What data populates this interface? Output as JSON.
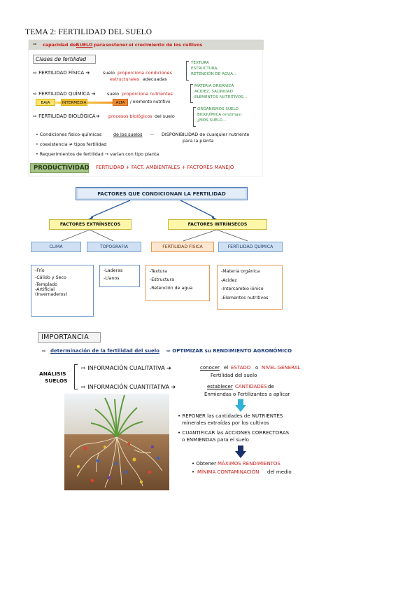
{
  "title": "TEMA 2: FERTILIDAD DEL SUELO",
  "sheet1": {
    "definition": {
      "arrow": "⇨",
      "part1": "capacidad del",
      "part2": "SUELO",
      "part3": "para",
      "part4": "sostener",
      "part5": "el crecimiento de los cultivos"
    },
    "classes_title": "Clases de fertilidad",
    "fisica": {
      "label": "⇨ FERTILIDAD FÍSICA ➔",
      "desc1": "suelo",
      "desc2": "proporciona condiciones",
      "desc3": "estructurales",
      "desc4": "adecuadas",
      "items": [
        "TEXTURA",
        "ESTRUCTURA,",
        "RETENCIÓN DE AGUA…"
      ]
    },
    "quimica": {
      "label": "⇨ FERTILIDAD QUÍMICA ➔",
      "desc1": "suelo",
      "desc2": "proporciona nutrientes",
      "levels": [
        "BAJA",
        "INTERMEDIA",
        "ALTA"
      ],
      "element": "/ elemento nutritivo",
      "items": [
        "MATERIA ORGÁNICA",
        "ACIDEZ, SALINIDAD",
        "ELEMENTOS NUTRITIVOS…"
      ]
    },
    "biologica": {
      "label": "⇨ FERTILIDAD BIOLÓGICA➔",
      "desc1": "procesos biológicos",
      "desc2": "del suelo",
      "items": [
        "ORGANISMOS SUELO",
        "BIOQUÍMICA (enzimas)",
        "¿MOS SUELO…"
      ]
    },
    "bullets": {
      "b1a": "• Condiciones físico-químicas",
      "b1b": "de los suelos",
      "b1c": "—",
      "b1d": "DISPONIBILIDAD de cualquier nutriente",
      "b1e": "para la planta",
      "b2": "• coexistencia ≠ tipos fertilidad",
      "b3": "• Requerimientos de fertilidad → varían con tipo planta"
    },
    "productividad": {
      "label": "PRODUCTIVIDAD",
      "formula": "FERTILIDAD + FACT. AMBIENTALES + FACTORES MANEJO"
    }
  },
  "sheet2": {
    "main": "FACTORES QUE CONDICIONAN LA FERTILIDAD",
    "extrinsecos": "FACTORES EXTRÍNSECOS",
    "intrinsecos": "FACTORES INTRÍNSECOS",
    "clima": "CLIMA",
    "topografia": "TOPOGRAFIA",
    "fisica": "FERTILIDAD FÍSICA",
    "quimica": "FERTILIDAD QUÍMICA",
    "clima_list": [
      "-Frío",
      "-Cálido y Seco",
      "-Templado",
      "-Artificial",
      "(Invernaderos)"
    ],
    "topo_list": [
      "-Laderas",
      "-Llanos"
    ],
    "fisica_list": [
      "-Textura",
      "-Estructura",
      "-Retención de agua"
    ],
    "quimica_list": [
      "-Materia orgánica",
      "-Acidez",
      "-Intercambio iónico",
      "-Elementos nutritivos"
    ]
  },
  "sheet3": {
    "importancia": "IMPORTANCIA",
    "line1a": "⇨",
    "line1b": "determinación de la fertilidad del suelo",
    "line1c": "⇨ OPTIMIZAR su RENDIMIENTO AGRONÓMICO",
    "analisis1": "ANÁLISIS",
    "analisis2": "SUELOS",
    "cual_label": "⇨ INFORMACIÓN CUALITATIVA ➔",
    "cual_a": "conocer",
    "cual_b": "el",
    "cual_c": "ESTADO",
    "cual_d": "o",
    "cual_e": "NIVEL GENERAL",
    "cual_f": "Fertilidad del suelo",
    "cuan_label": "⇨ INFORMACIÓN CUANTITATIVA ➔",
    "cuan_a": "establecer",
    "cuan_b": "CANTIDADES",
    "cuan_c": "de",
    "cuan_d": "Enmiendas o Fertilizantes a aplicar",
    "r1a": "• REPONER las cantidades de NUTRIENTES",
    "r1b": "minerales extraídas por los cultivos",
    "r2a": "• CUANTIFICAR las ACCIONES CORRECTORAS",
    "r2b": "o ENMIENDAS para el suelo",
    "o1a": "• Obtener",
    "o1b": "MÁXIMOS RENDIMIENTOS",
    "o2a": "•",
    "o2b": "MÍNIMA CONTAMINACIÓN",
    "o2c": "del medio"
  },
  "colors": {
    "red": "#c8201c",
    "green": "#2f8a3c",
    "yellow": "#fff6a8",
    "blue": "#cfe0f3",
    "orange": "#fde6cf"
  }
}
